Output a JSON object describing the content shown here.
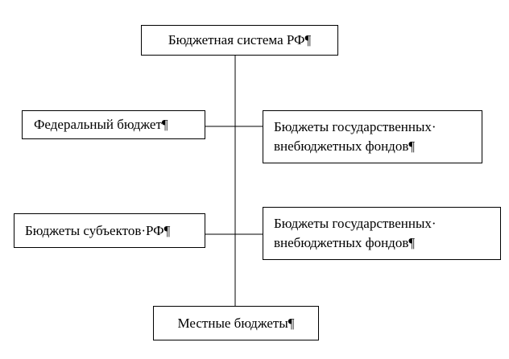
{
  "diagram": {
    "root": "Бюджетная система РФ¶",
    "federal": "Федеральный бюджет¶",
    "offbudget_1": {
      "line1": "Бюджеты государственных·",
      "line2": "внебюджетных фондов¶"
    },
    "subjects": "Бюджеты субъектов·РФ¶",
    "offbudget_2": {
      "line1": "Бюджеты государственных·",
      "line2": "внебюджетных фондов¶"
    },
    "local": "Местные бюджеты¶"
  },
  "colors": {
    "line": "#000000",
    "background": "#ffffff"
  }
}
